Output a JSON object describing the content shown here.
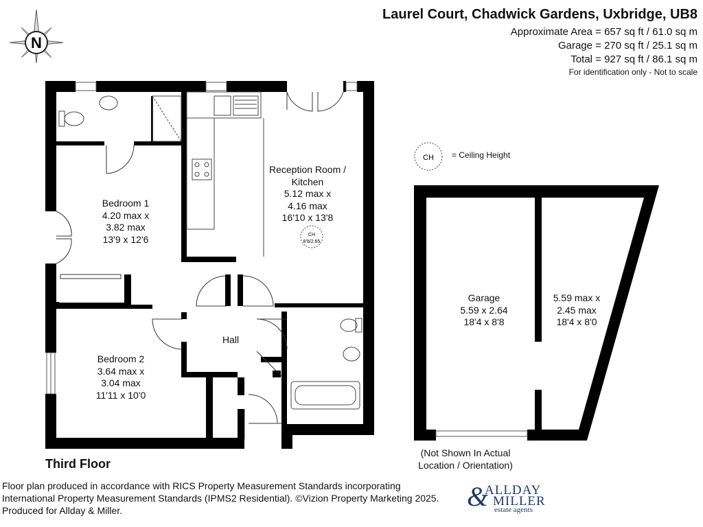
{
  "header": {
    "title": "Laurel Court, Chadwick Gardens, Uxbridge, UB8",
    "area": "Approximate Area = 657 sq ft / 61.0 sq m",
    "garage": "Garage = 270 sq ft / 25.1 sq m",
    "total": "Total = 927 sq ft / 86.1 sq m",
    "note": "For identification only - Not to scale"
  },
  "compass": {
    "letter": "N",
    "icon": "compass-icon"
  },
  "legend": {
    "symbol": "CH",
    "text": "= Ceiling Height"
  },
  "rooms": {
    "bedroom1": [
      "Bedroom 1",
      "4.20 max x",
      "3.82 max",
      "13'9 x 12'6"
    ],
    "reception": [
      "Reception Room /",
      "Kitchen",
      "5.12 max x",
      "4.16 max",
      "16'10 x 13'8"
    ],
    "bedroom2": [
      "Bedroom 2",
      "3.64 max x",
      "3.04 max",
      "11'11 x 10'0"
    ],
    "hall": "Hall",
    "garage": [
      "Garage",
      "5.59 x 2.64",
      "18'4 x 8'8"
    ],
    "garage_store": [
      "5.59 max x",
      "2.45 max",
      "18'4 x 8'0"
    ]
  },
  "ceiling_marker": {
    "symbol": "CH",
    "value": "8'8/2.65"
  },
  "floor_label": "Third Floor",
  "garage_note": [
    "(Not Shown In Actual",
    "Location / Orientation)"
  ],
  "footer": [
    "Floor plan produced in accordance with RICS Property Measurement Standards incorporating",
    "International Property Measurement Standards (IPMS2 Residential). ©Vizion Property Marketing 2025.",
    "Produced for Allday & Miller."
  ],
  "logo": {
    "amp": "&",
    "line1": "ALLDAY",
    "line2": "MILLER",
    "line3": "estate agents",
    "color": "#1f3a6b"
  }
}
